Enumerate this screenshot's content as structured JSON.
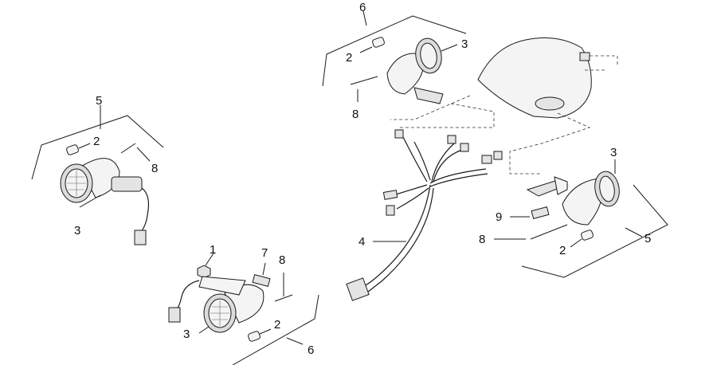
{
  "callouts": {
    "c1": "1",
    "c2_left": "2",
    "c2_topmid": "2",
    "c2_bottommid": "2",
    "c2_right": "2",
    "c3_left": "3",
    "c3_topmid": "3",
    "c3_bottommid": "3",
    "c3_right": "3",
    "c4": "4",
    "c5_left": "5",
    "c5_right": "5",
    "c6_top": "6",
    "c6_bottom": "6",
    "c7": "7",
    "c8_left": "8",
    "c8_topmid": "8",
    "c8_bottommid": "8",
    "c8_right": "8",
    "c9": "9"
  }
}
